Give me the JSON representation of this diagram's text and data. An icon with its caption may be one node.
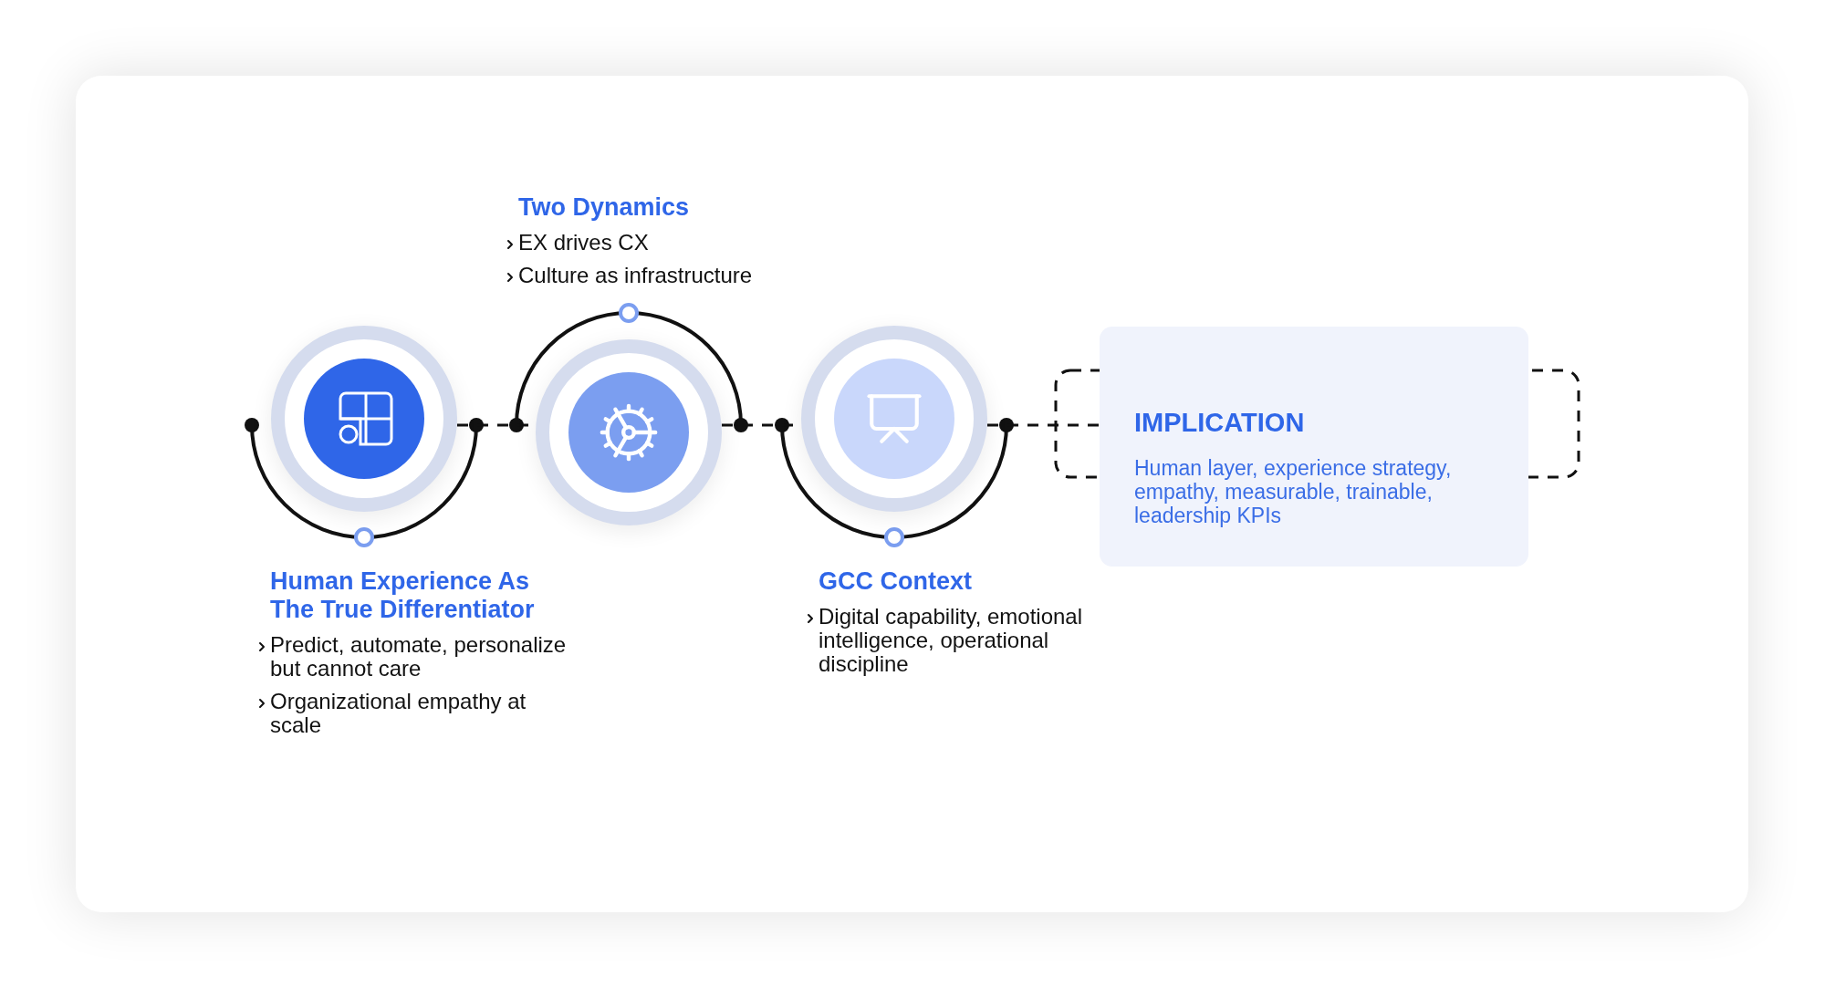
{
  "diagram": {
    "nodes": [
      {
        "text": [],
        "shape": "circle",
        "beside": [
          "Human Experience As The True Differentiator",
          "Predict, automate, personalize but cannot care",
          "Organizational empathy at scale"
        ]
      },
      {
        "text": [],
        "shape": "circle",
        "beside": [
          "Two Dynamics",
          "EX drives CX",
          "Culture as infrastructure"
        ]
      },
      {
        "text": [],
        "shape": "circle",
        "beside": [
          "GCC Context",
          "Digital capability, emotional intelligence, operational discipline"
        ]
      },
      {
        "text": [
          "IMPLICATION",
          "Human layer, experience strategy, empathy, measurable, trainable, leadership KPIs"
        ]
      }
    ],
    "edges": [
      {
        "from": 0,
        "to": 1,
        "arrow": "none",
        "style": "dashed"
      },
      {
        "from": 1,
        "to": 2,
        "arrow": "none",
        "style": "dashed"
      },
      {
        "from": 2,
        "to": 3,
        "arrow": "none",
        "style": "dashed"
      }
    ]
  }
}
